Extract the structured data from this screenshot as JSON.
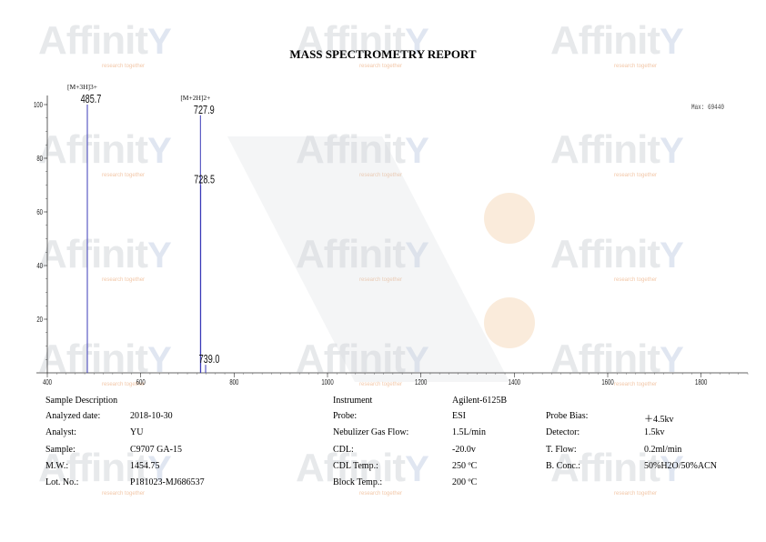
{
  "report": {
    "title": "MASS SPECTROMETRY REPORT",
    "watermark": "Affinit",
    "watermark_sub": "research together"
  },
  "colors": {
    "peak": "#3b3bb8",
    "axis": "#333333",
    "watermark_gray": "#d4d8dc",
    "watermark_blue": "#c8d3e6",
    "watermark_orange": "#f6d7b8"
  },
  "chart_data": {
    "type": "bar",
    "x_range": [
      400,
      1900
    ],
    "ylim": [
      0,
      105
    ],
    "x_ticks": [
      "400",
      "600",
      "800",
      "1000",
      "1200",
      "1400",
      "1600",
      "1800"
    ],
    "y_ticks": [
      "100",
      "80",
      "60",
      "40",
      "20"
    ],
    "max_label": "Max: 69440",
    "peaks": [
      {
        "x": 485.7,
        "y": 100,
        "label": "485.7",
        "annotation": "[M+3H]3+"
      },
      {
        "x": 727.9,
        "y": 96,
        "label": "727.9",
        "annotation": "[M+2H]2+"
      },
      {
        "x": 728.5,
        "y": 70,
        "label": "728.5",
        "annotation": ""
      },
      {
        "x": 739.0,
        "y": 3,
        "label": "739.0",
        "annotation": ""
      }
    ]
  },
  "sample_description": {
    "heading": "Sample Description",
    "rows": [
      {
        "label": "Analyzed date:",
        "value": "2018-10-30"
      },
      {
        "label": "Analyst:",
        "value": "YU"
      },
      {
        "label": "Sample:",
        "value": "C9707 GA-15"
      },
      {
        "label": "M.W.:",
        "value": "1454.75"
      },
      {
        "label": "Lot. No.:",
        "value": "P181023-MJ686537"
      }
    ]
  },
  "instrument": {
    "heading": "Instrument",
    "model": "Agilent-6125B",
    "rows": [
      {
        "label": "Probe:",
        "value": "ESI"
      },
      {
        "label": "Nebulizer Gas Flow:",
        "value": "1.5L/min"
      },
      {
        "label": "CDL:",
        "value": "-20.0v"
      },
      {
        "label": "CDL Temp.:",
        "value": "250 ºC"
      },
      {
        "label": "Block Temp.:",
        "value": "200 ºC"
      }
    ]
  },
  "settings": {
    "rows": [
      {
        "label": "Probe Bias:",
        "value": "＋4.5kv"
      },
      {
        "label": "Detector:",
        "value": "1.5kv"
      },
      {
        "label": "T. Flow:",
        "value": "0.2ml/min"
      },
      {
        "label": "B. Conc.:",
        "value": "50%H2O/50%ACN"
      }
    ]
  }
}
